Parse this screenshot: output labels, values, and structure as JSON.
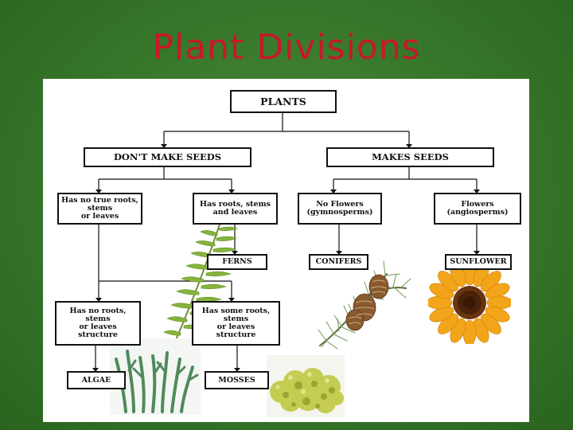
{
  "slide": {
    "title": "Plant Divisions"
  },
  "chart": {
    "root": "PLANTS",
    "no_seeds": "DON'T MAKE SEEDS",
    "seeds": "MAKES SEEDS",
    "no_true_roots": "Has no true roots,\nstems\nor leaves",
    "roots_stems_leaves": "Has roots, stems\nand leaves",
    "no_flowers": "No Flowers\n(gymnosperms)",
    "flowers": "Flowers\n(angiosperms)",
    "ferns": "FERNS",
    "conifers": "CONIFERS",
    "sunflower": "SUNFLOWER",
    "no_roots_structure": "Has no roots,\nstems\nor leaves\nstructure",
    "some_roots_structure": "Has some roots,\nstems\nor leaves\nstructure",
    "algae": "ALGAE",
    "mosses": "MOSSES"
  },
  "colors": {
    "background": "#3a7a2c",
    "title": "#c8182a",
    "panel": "#ffffff",
    "lines": "#111111"
  }
}
